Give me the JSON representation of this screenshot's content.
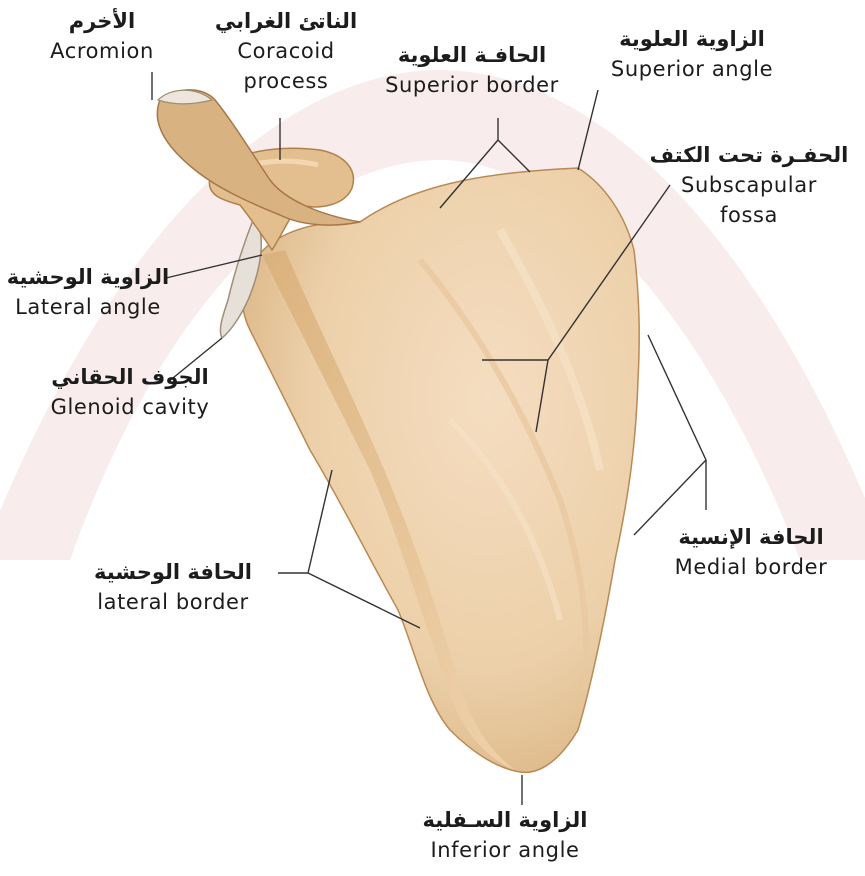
{
  "colors": {
    "bone": "#e8c9a0",
    "bone_light": "#f4dcc0",
    "bone_shadow": "#c29561",
    "leader_line": "#333333",
    "arch_tint": "#f6e6e6",
    "text": "#1c1c1c"
  },
  "labels": {
    "acromion": {
      "ar": "الأخرم",
      "en": "Acromion"
    },
    "coracoid_process": {
      "ar": "الناتئ الغرابي",
      "en1": "Coracoid",
      "en2": "process"
    },
    "superior_border": {
      "ar": "الحافـة العلوية",
      "en": "Superior border"
    },
    "superior_angle": {
      "ar": "الزاوية العلوية",
      "en": "Superior angle"
    },
    "subscapular_fossa": {
      "ar": "الحفـرة تحت الكتف",
      "en1": "Subscapular",
      "en2": "fossa"
    },
    "lateral_angle": {
      "ar": "الزاوية الوحشية",
      "en": "Lateral angle"
    },
    "glenoid_cavity": {
      "ar": "الجوف الحقاني",
      "en": "Glenoid cavity"
    },
    "lateral_border": {
      "ar": "الحافة الوحشية",
      "en": "lateral border"
    },
    "medial_border": {
      "ar": "الحافة الإنسية",
      "en": "Medial border"
    },
    "inferior_angle": {
      "ar": "الزاوية السـفلية",
      "en": "Inferior angle"
    }
  }
}
